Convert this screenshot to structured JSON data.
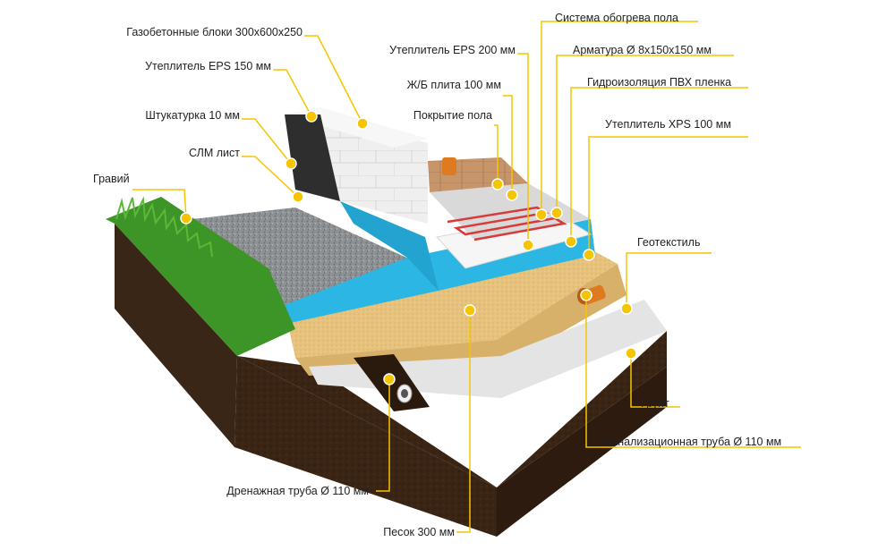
{
  "labels": {
    "gas_blocks": "Газобетонные блоки 300х600х250",
    "eps150": "Утеплитель EPS 150 мм",
    "plaster": "Штукатурка 10 мм",
    "slm": "СЛМ лист",
    "gravel": "Гравий",
    "floor_heating": "Система обогрева пола",
    "eps200": "Утеплитель EPS 200 мм",
    "rebar": "Арматура Ø 8x150x150 мм",
    "slab": "Ж/Б плита 100 мм",
    "waterproof": "Гидроизоляция ПВХ пленка",
    "floor_cover": "Покрытие пола",
    "xps100": "Утеплитель XPS 100 мм",
    "geotextile": "Геотекстиль",
    "soil": "Грунт",
    "sewer": "Канализационная труба Ø 110 мм",
    "drain": "Дренажная труба Ø 110 мм",
    "sand": "Песок 300 мм"
  },
  "colors": {
    "marker": "#f6c400",
    "leader": "#f6c400",
    "soil": "#3b2616",
    "soil_dark": "#2a1a0e",
    "grass": "#3f9a2a",
    "gravel": "#8a8d90",
    "sand": "#e9c985",
    "xps": "#29b7e3",
    "eps": "#f2f2f2",
    "block": "#ececec",
    "plaster": "#2f2f2f",
    "heating": "#d83a3a",
    "floor": "#c89668",
    "pipe": "#e07a1f",
    "geotextile": "#e3e3e3"
  }
}
